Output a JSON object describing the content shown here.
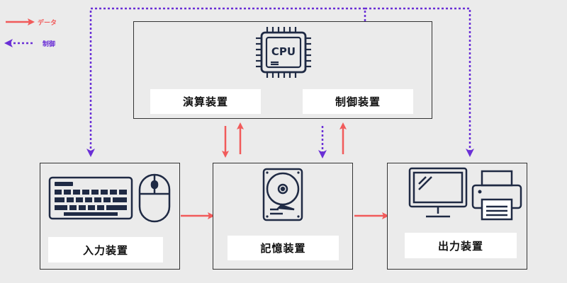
{
  "legend": {
    "data_label": "データ",
    "control_label": "制御"
  },
  "cpu": {
    "chip_text": "CPU",
    "alu_label": "演算装置",
    "control_unit_label": "制御装置"
  },
  "input": {
    "label": "入力装置"
  },
  "storage": {
    "label": "記憶装置"
  },
  "output": {
    "label": "出力装置"
  },
  "colors": {
    "data_arrow": "#f15a5a",
    "control_arrow": "#6a2fd6",
    "icon_navy": "#1f2a44",
    "box_border": "#333333",
    "background": "#ebebeb"
  }
}
